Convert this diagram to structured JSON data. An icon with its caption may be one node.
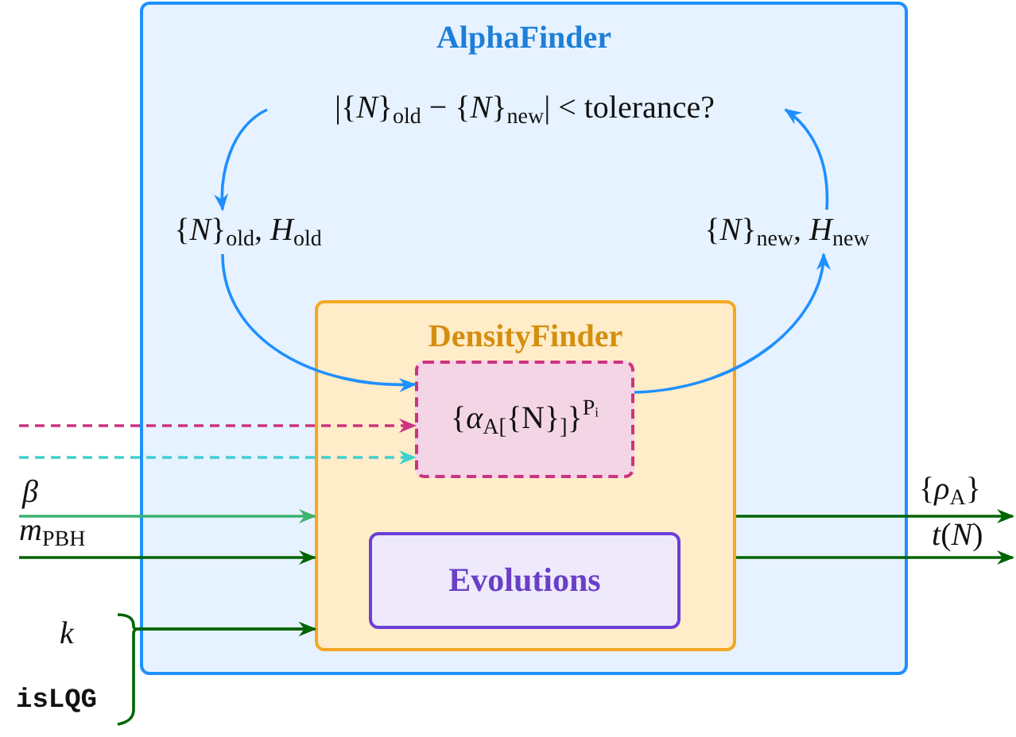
{
  "diagram": {
    "nodes": [
      {
        "text": [
          "AlphaFinder"
        ]
      },
      {
        "text": [
          "|{*N*}$_{old}$ − {*N*}$_{new}$| < tolerance?"
        ],
        "in": 0
      },
      {
        "text": [
          "{*N*}$_{old}$, *H*$_{old}$"
        ],
        "in": 0
      },
      {
        "text": [
          "{*N*}$_{new}$, *H*$_{new}$"
        ],
        "in": 0
      },
      {
        "text": [
          "DensityFinder"
        ],
        "in": 0
      },
      {
        "text": [
          "{*α*$_{A[}${N}$_{]}$}$^{Pᵢ}$"
        ],
        "in": 4
      },
      {
        "text": [
          "Evolutions"
        ],
        "in": 4
      },
      {
        "text": [
          "*k*"
        ]
      },
      {
        "text": [
          "isLQG"
        ]
      }
    ],
    "edges": [
      {
        "from": 1,
        "to": 2,
        "arrow": "to",
        "color": "#1e90ff"
      },
      {
        "from": 2,
        "to": 5,
        "arrow": "to",
        "color": "#1e90ff"
      },
      {
        "from": 5,
        "to": 3,
        "arrow": "to",
        "color": "#1e90ff"
      },
      {
        "from": 3,
        "to": 1,
        "arrow": "to",
        "color": "#1e90ff"
      },
      {
        "from": null,
        "to": 5,
        "arrow": "to",
        "style": "dashed",
        "color": "#cc3380"
      },
      {
        "from": null,
        "to": 5,
        "arrow": "to",
        "style": "dashed",
        "color": "#40cfcf"
      },
      {
        "from": null,
        "to": 4,
        "arrow": "to",
        "label": "*β*",
        "color": "#3cb371"
      },
      {
        "from": null,
        "to": 4,
        "arrow": "to",
        "label": "*m*$_{PBH}$"
      },
      {
        "from": 7,
        "to": 4,
        "arrow": "to"
      },
      {
        "from": 8,
        "to": 4,
        "arrow": "to"
      },
      {
        "from": 4,
        "to": null,
        "arrow": "to",
        "label": "{*ρ*$_{A}$}"
      },
      {
        "from": 4,
        "to": null,
        "arrow": "to",
        "label": "*t*(*N*)"
      }
    ]
  }
}
